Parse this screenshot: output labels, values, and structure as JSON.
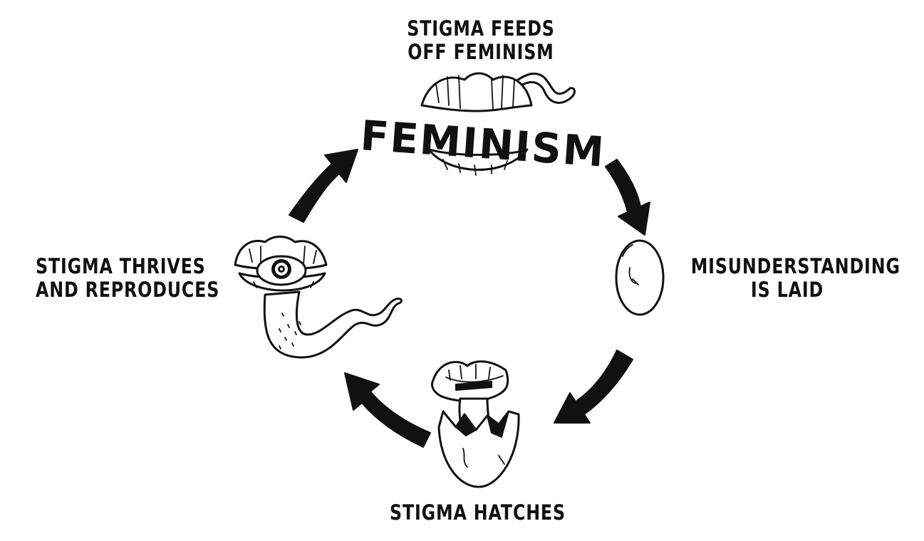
{
  "diagram": {
    "type": "cycle",
    "stages": [
      {
        "id": "top",
        "label_lines": [
          "STIGMA FEEDS",
          "OFF FEMINISM"
        ],
        "art_word": "FEMINISM"
      },
      {
        "id": "right",
        "label_lines": [
          "MISUNDERSTANDING",
          "IS LAID"
        ]
      },
      {
        "id": "bottom",
        "label_lines": [
          "STIGMA HATCHES"
        ]
      },
      {
        "id": "left",
        "label_lines": [
          "STIGMA THRIVES",
          "AND REPRODUCES"
        ]
      }
    ],
    "arrow_color": "#111111",
    "ink_color": "#111111"
  }
}
